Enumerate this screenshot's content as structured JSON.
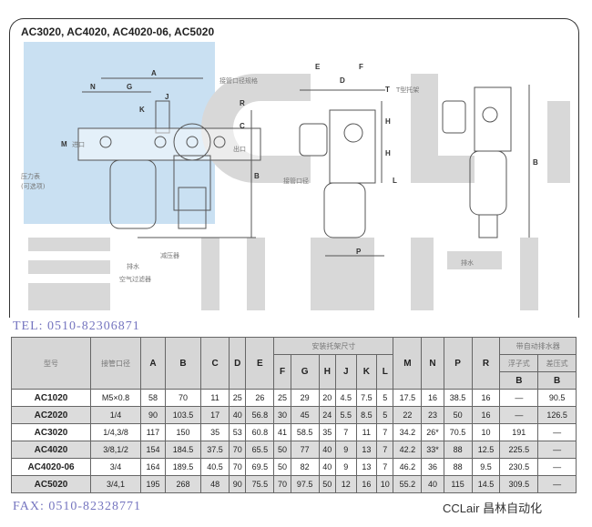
{
  "drawing": {
    "title": "AC3020, AC4020, AC4020-06, AC5020",
    "watermark_logo": "CCLair 昌林自动化",
    "dimension_labels": [
      "A",
      "N",
      "G",
      "J",
      "K",
      "M",
      "C",
      "R",
      "B",
      "E",
      "F",
      "D",
      "T",
      "H",
      "H",
      "L",
      "P",
      "B"
    ],
    "annotations": {
      "port_size": "接管口径规格",
      "pressure_gauge": "压力表",
      "optional": "(可选项)",
      "inlet": "进口",
      "outlet": "出口",
      "drain": "排水",
      "air_filter": "空气过滤器",
      "regulator": "减压器",
      "t_bracket": "T型托架",
      "port": "接管口径",
      "drain2": "排水"
    }
  },
  "table": {
    "headers": {
      "model": "型号",
      "port": "接管口径",
      "cols_simple": [
        "A",
        "B",
        "C",
        "D",
        "E"
      ],
      "bracket_group": "安装托架尺寸",
      "bracket_cols": [
        "F",
        "G",
        "H",
        "J",
        "K",
        "L"
      ],
      "cols_after": [
        "M",
        "N",
        "P",
        "R"
      ],
      "auto_drain_group": "带自动排水器",
      "auto_drain_sub": [
        "浮子式",
        "差压式"
      ],
      "auto_drain_cols": [
        "B",
        "B"
      ]
    },
    "rows": [
      [
        "AC1020",
        "M5×0.8",
        "58",
        "70",
        "11",
        "25",
        "26",
        "25",
        "29",
        "20",
        "4.5",
        "7.5",
        "5",
        "17.5",
        "16",
        "38.5",
        "16",
        "—",
        "90.5"
      ],
      [
        "AC2020",
        "1/4",
        "90",
        "103.5",
        "17",
        "40",
        "56.8",
        "30",
        "45",
        "24",
        "5.5",
        "8.5",
        "5",
        "22",
        "23",
        "50",
        "16",
        "—",
        "126.5"
      ],
      [
        "AC3020",
        "1/4,3/8",
        "117",
        "150",
        "35",
        "53",
        "60.8",
        "41",
        "58.5",
        "35",
        "7",
        "11",
        "7",
        "34.2",
        "26*",
        "70.5",
        "10",
        "191",
        "—"
      ],
      [
        "AC4020",
        "3/8,1/2",
        "154",
        "184.5",
        "37.5",
        "70",
        "65.5",
        "50",
        "77",
        "40",
        "9",
        "13",
        "7",
        "42.2",
        "33*",
        "88",
        "12.5",
        "225.5",
        "—"
      ],
      [
        "AC4020-06",
        "3/4",
        "164",
        "189.5",
        "40.5",
        "70",
        "69.5",
        "50",
        "82",
        "40",
        "9",
        "13",
        "7",
        "46.2",
        "36",
        "88",
        "9.5",
        "230.5",
        "—"
      ],
      [
        "AC5020",
        "3/4,1",
        "195",
        "268",
        "48",
        "90",
        "75.5",
        "70",
        "97.5",
        "50",
        "12",
        "16",
        "10",
        "55.2",
        "40",
        "115",
        "14.5",
        "309.5",
        "—"
      ]
    ]
  },
  "watermarks": {
    "tel": "TEL: 0510-82306871",
    "fax": "FAX: 0510-82328771"
  },
  "caption": "CCLair 昌林自动化"
}
